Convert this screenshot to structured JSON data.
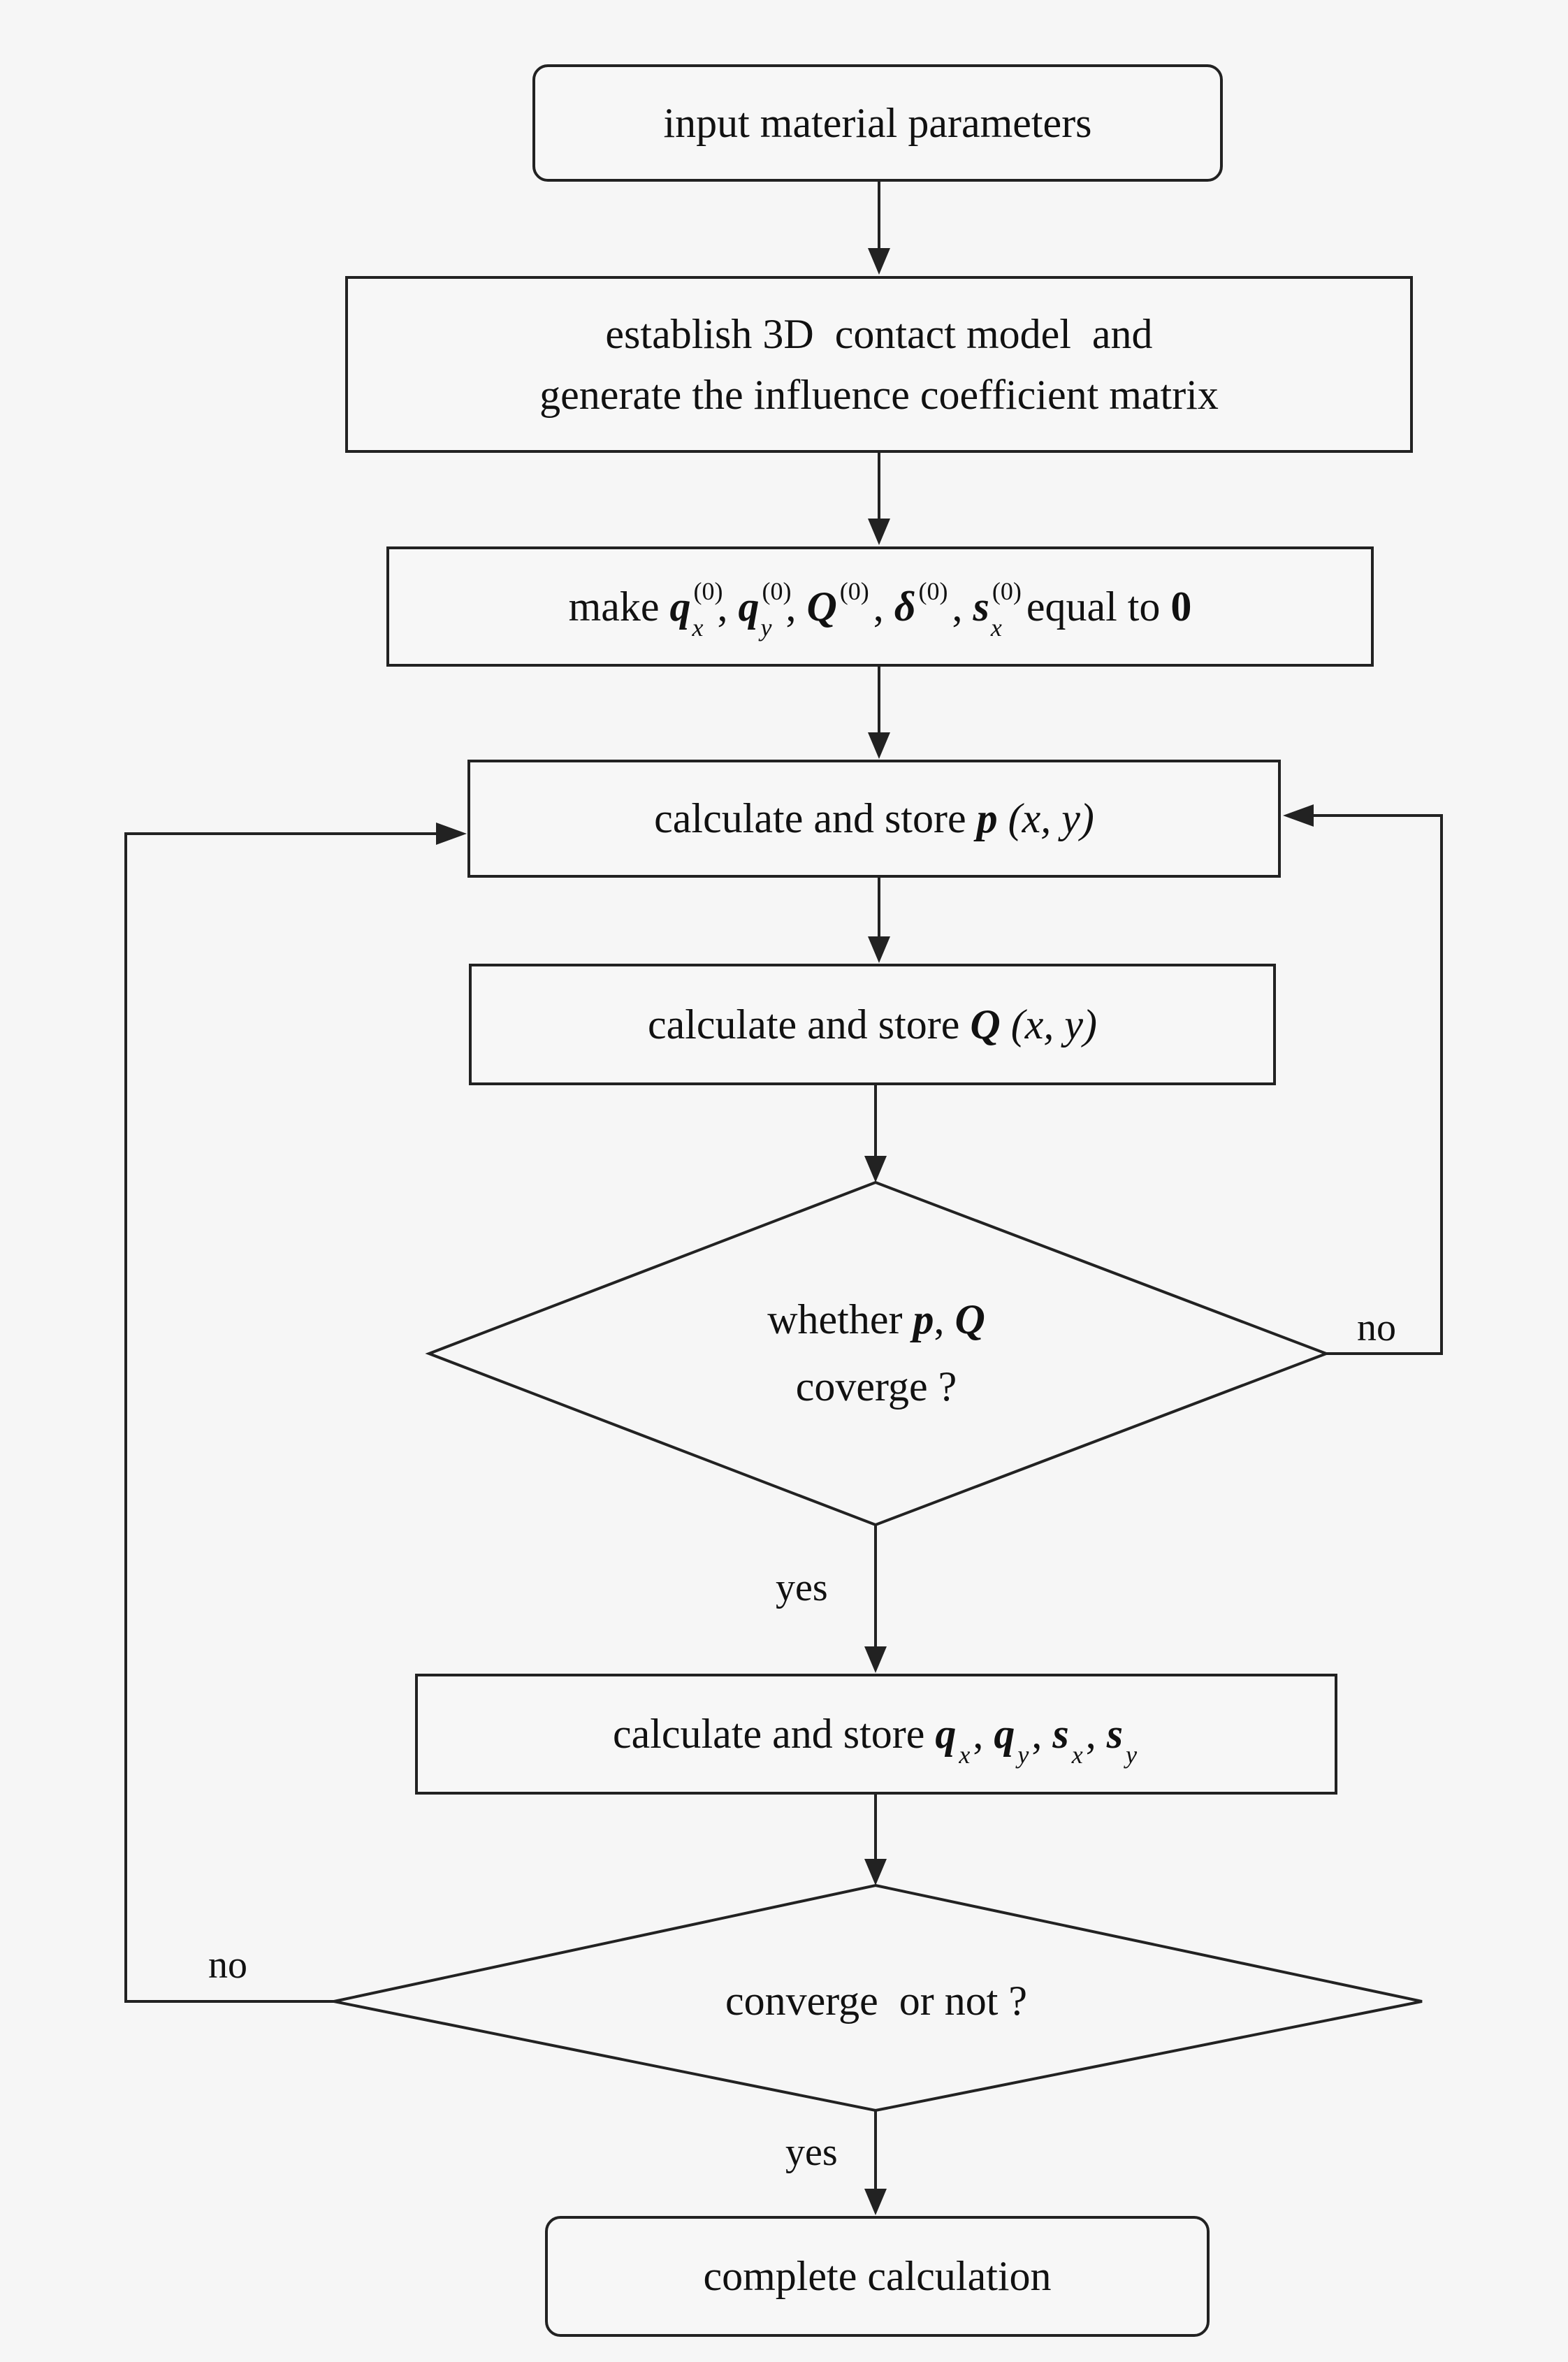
{
  "nodes": {
    "input": {
      "text": "input material parameters"
    },
    "establish": {
      "line1": "establish 3D  contact model  and",
      "line2": "generate the influence coefficient matrix"
    },
    "make": {
      "prefix": "make",
      "q": "q",
      "x": "x",
      "y": "y",
      "Q": "Q",
      "delta": "δ",
      "s": "s",
      "zero_sup": "(0)",
      "comma": ",",
      "suffix": "equal to",
      "zero": "0"
    },
    "calc_p": {
      "prefix": "calculate and store",
      "var": "p",
      "args": "(x, y)"
    },
    "calc_Q": {
      "prefix": "calculate and store",
      "var": "Q",
      "args": "(x, y)"
    },
    "decision1": {
      "line1_prefix": "whether",
      "p": "p",
      "sep": ",",
      "Q": "Q",
      "line2": "coverge ?"
    },
    "calc_qs": {
      "prefix": "calculate and store",
      "q": "q",
      "s": "s",
      "x": "x",
      "y": "y",
      "comma": ","
    },
    "decision2": {
      "text": "converge  or not ?"
    },
    "complete": {
      "text": "complete calculation"
    }
  },
  "edge_labels": {
    "d1_no": "no",
    "d1_yes": "yes",
    "d2_no": "no",
    "d2_yes": "yes"
  },
  "colors": {
    "stroke": "#222222",
    "background": "#f6f6f6"
  }
}
